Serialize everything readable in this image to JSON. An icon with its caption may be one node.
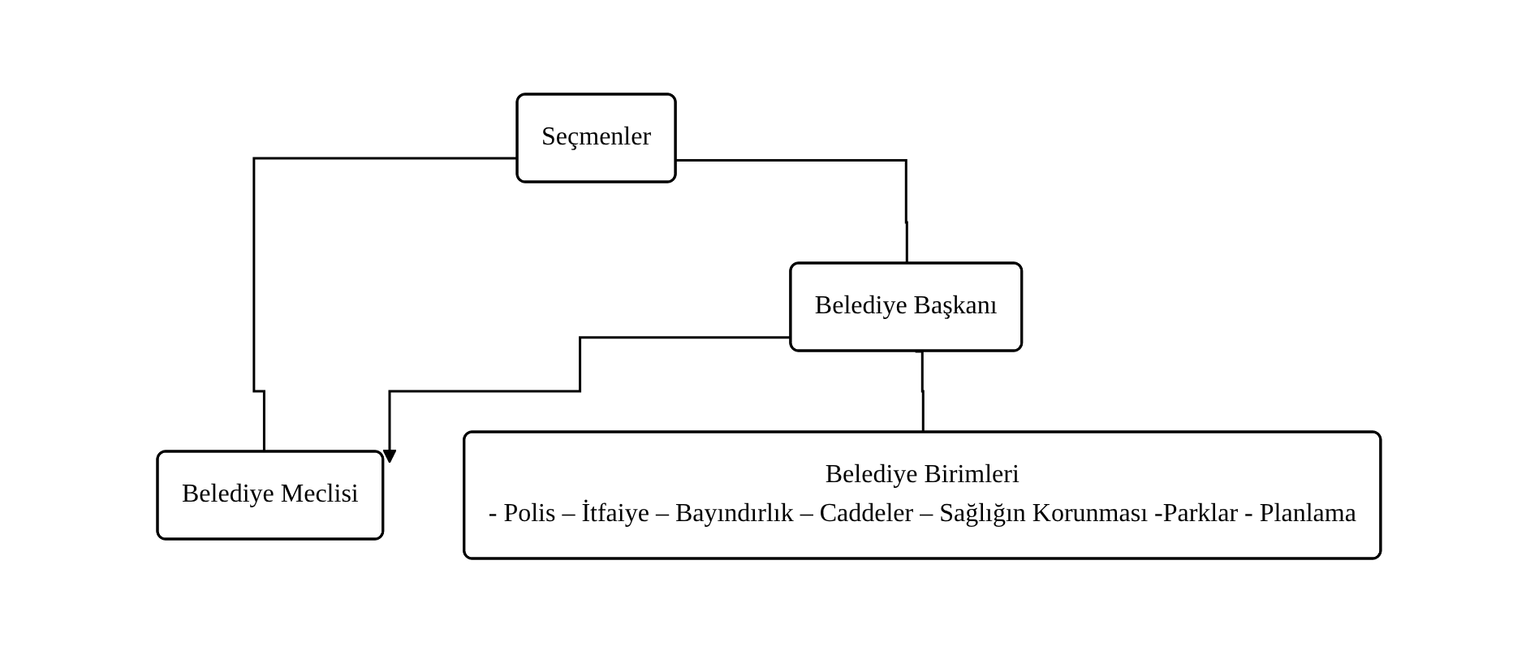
{
  "diagram": {
    "nodes": [
      {
        "text": [
          "Seçmenler"
        ]
      },
      {
        "text": [
          "Belediye Meclisi"
        ]
      },
      {
        "text": [
          "Belediye Başkanı"
        ]
      },
      {
        "text": [
          "Belediye Birimleri",
          "- Polis – İtfaiye – Bayındırlık – Caddeler – Sağlığın Korunması -Parklar - Planlama"
        ]
      }
    ],
    "edges": [
      {
        "from": 0,
        "to": 1,
        "arrow": "none"
      },
      {
        "from": 0,
        "to": 2,
        "arrow": "none"
      },
      {
        "from": 2,
        "to": 1,
        "arrow": "to"
      },
      {
        "from": 2,
        "to": 3,
        "arrow": "none"
      }
    ]
  }
}
